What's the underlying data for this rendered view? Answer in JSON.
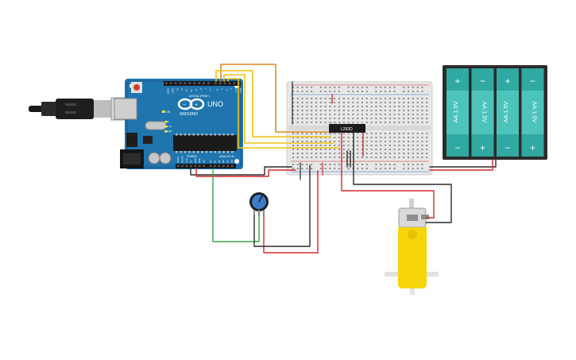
{
  "arduino": {
    "brand": "ARDUINO",
    "model": "UNO",
    "digital_header_label": "DIGITAL (PWM~)",
    "power_header_label": "POWER",
    "analog_header_label": "ANALOG IN",
    "digital_pins": [
      "AREF",
      "GND",
      "13",
      "12",
      "~11",
      "~10",
      "~9",
      "8",
      "7",
      "~6",
      "~5",
      "4",
      "~3",
      "2",
      "TX 1",
      "RX 0"
    ],
    "power_pins": [
      "IOREF",
      "RESET",
      "3.3V",
      "5V",
      "GND",
      "GND",
      "Vin"
    ],
    "analog_pins": [
      "A0",
      "A1",
      "A2",
      "A3",
      "A4",
      "A5"
    ],
    "led_labels": [
      "L",
      "TX",
      "RX"
    ],
    "on_label": "ON"
  },
  "chip": {
    "label": "L293D"
  },
  "battery_pack": {
    "cells": [
      {
        "label": "AA 1.5V",
        "top": "+",
        "bottom": "−"
      },
      {
        "label": "AA 1.5V",
        "top": "−",
        "bottom": "+"
      },
      {
        "label": "AA 1.5V",
        "top": "+",
        "bottom": "−"
      },
      {
        "label": "AA 1.5V",
        "top": "−",
        "bottom": "+"
      }
    ]
  },
  "colors": {
    "board": "#1f75ae",
    "board_dark": "#15598a",
    "breadboard": "#e7e7e7",
    "battery_case": "#2b2b2b",
    "battery_cell": "#4cc4bc",
    "motor_yellow": "#f6d50a",
    "wire_red": "#d62828",
    "wire_black": "#2a2a2a",
    "wire_yellow": "#f2c40f",
    "wire_orange": "#e08a1e",
    "wire_green": "#3aa34a",
    "pot_knob": "#3d7cc9"
  },
  "icons": {
    "usb": "usb-cable-icon",
    "barrel": "dc-barrel-jack-icon",
    "logo": "arduino-infinity-logo-icon"
  }
}
